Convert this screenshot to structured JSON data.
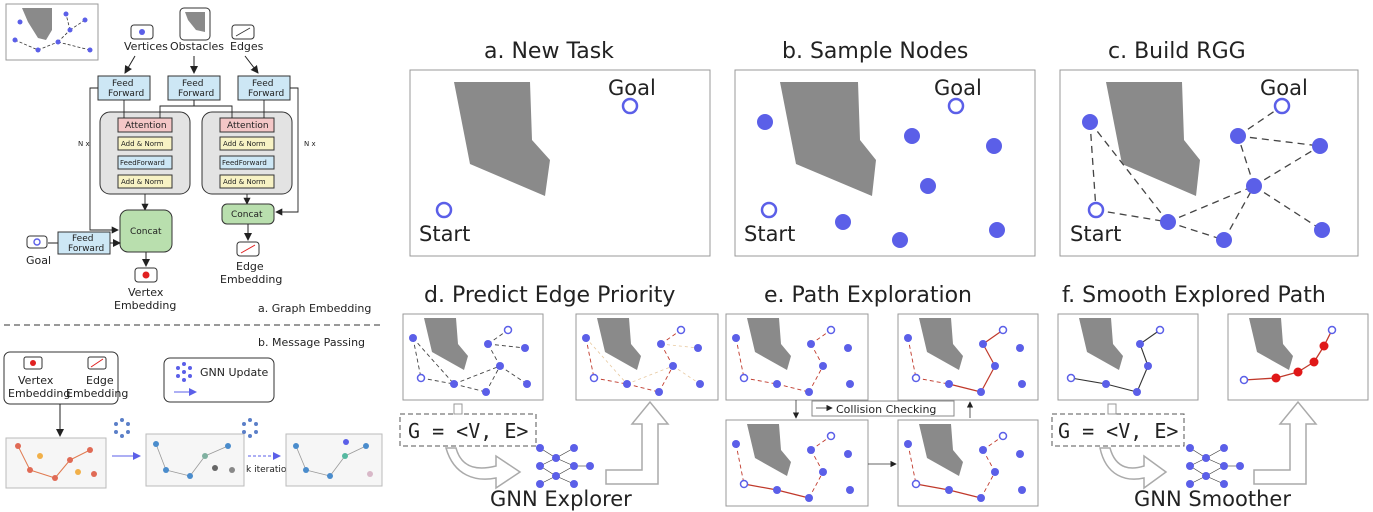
{
  "embedding": {
    "vertices": "Vertices",
    "obstacles": "Obstacles",
    "edges": "Edges",
    "feed_forward": "Feed",
    "feed_forward2": "Forward",
    "attention": "Attention",
    "add_norm": "Add & Norm",
    "ffn": "FeedForward",
    "nx": "N x",
    "concat": "Concat",
    "goal": "Goal",
    "vertex_embedding_1": "Vertex",
    "vertex_embedding_2": "Embedding",
    "edge_embedding_1": "Edge",
    "edge_embedding_2": "Embedding",
    "caption": "a. Graph Embedding"
  },
  "message_passing": {
    "caption": "b. Message Passing",
    "vertex_1": "Vertex",
    "vertex_2": "Embedding",
    "edge_1": "Edge",
    "edge_2": "Embedding",
    "gnn_update": "GNN Update",
    "k_iterations": "k iterations"
  },
  "panels": {
    "a": "a. New Task",
    "b": "b. Sample Nodes",
    "c": "c. Build RGG",
    "d": "d. Predict Edge Priority",
    "e": "e. Path Exploration",
    "f": "f. Smooth Explored Path",
    "goal": "Goal",
    "start": "Start",
    "graph_def": "G = <V, E>",
    "gnn_explorer": "GNN Explorer",
    "gnn_smoother": "GNN Smoother",
    "collision": "Collision Checking"
  },
  "colors": {
    "node": "#5b5fe8",
    "obstacle": "#8a8a8a",
    "edge_red": "#c0392b",
    "ff_blue": "#cde7f5",
    "attn_red": "#f4c7c7",
    "addnorm_yellow": "#f7f2c4",
    "concat_green": "#b9dfae"
  }
}
